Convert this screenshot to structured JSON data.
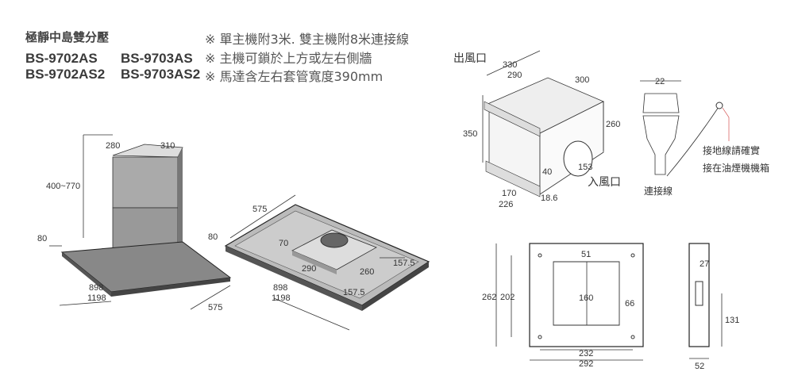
{
  "header": {
    "title": "極靜中島雙分壓",
    "models": [
      "BS-9702AS",
      "BS-9703AS",
      "BS-9702AS2",
      "BS-9703AS2"
    ],
    "notes": [
      "※ 單主機附3米. 雙主機附8米連接線",
      "※ 主機可鎖於上方或左右側牆",
      "※ 馬達含左右套管寬度390mm"
    ]
  },
  "hood_front": {
    "d280": "280",
    "d310": "310",
    "d400_770": "400~770",
    "d80": "80",
    "d898": "898",
    "d1198": "1198",
    "d575": "575"
  },
  "hood_iso": {
    "d575": "575",
    "d80": "80",
    "d70": "70",
    "d290": "290",
    "d260": "260",
    "d157_5a": "157.5",
    "d898": "898",
    "d1198": "1198",
    "d157_5b": "157.5"
  },
  "motor": {
    "outlet": "出風口",
    "inlet": "入風口",
    "d330": "330",
    "d290": "290",
    "d300": "300",
    "d260": "260",
    "d350": "350",
    "d40": "40",
    "d153": "153",
    "d170": "170",
    "d226": "226",
    "d18_6": "18.6"
  },
  "connector": {
    "d22": "22",
    "label": "連接線",
    "ground_note_1": "接地線請確實",
    "ground_note_2": "接在油煙機機箱"
  },
  "plate": {
    "d51": "51",
    "d160": "160",
    "d66": "66",
    "d262": "262",
    "d202": "202",
    "d232": "232",
    "d292": "292"
  },
  "side": {
    "d27": "27",
    "d131": "131",
    "d52": "52"
  }
}
